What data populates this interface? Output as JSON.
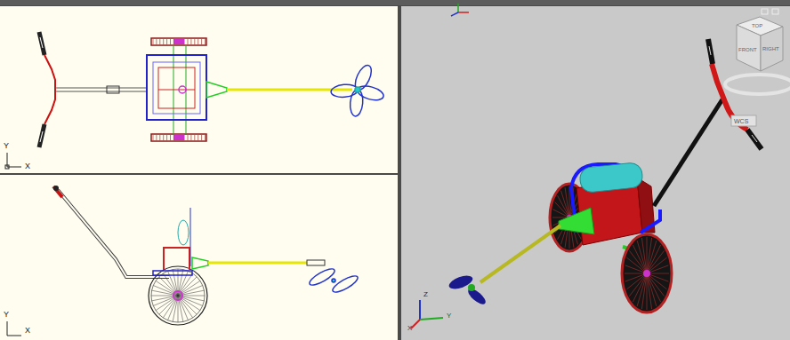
{
  "diagram": {
    "labels": [
      "Y",
      "X",
      "Y",
      "X",
      "Z",
      "Y",
      "X",
      "TOP",
      "FRONT",
      "RIGHT",
      "WCS"
    ]
  }
}
